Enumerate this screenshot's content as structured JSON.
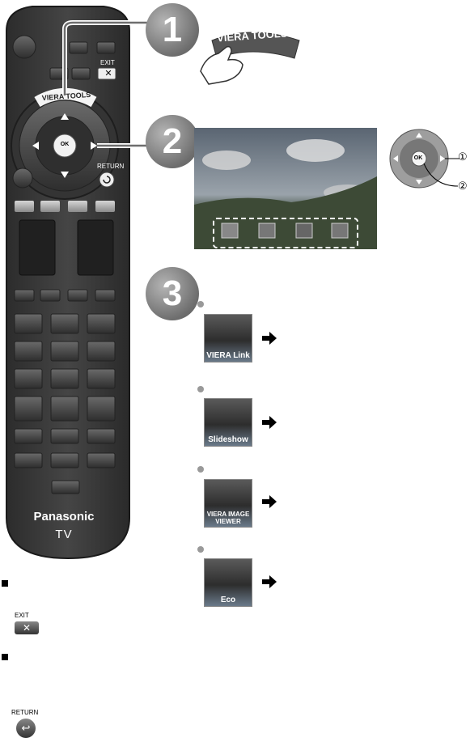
{
  "remote": {
    "viera_tools_label": "VIERA TOOLS",
    "exit_label": "EXIT",
    "return_label": "RETURN",
    "ok_label": "OK",
    "brand": "Panasonic",
    "model": "TV"
  },
  "steps": [
    {
      "number": "1",
      "button_label": "VIERA TOOLS"
    },
    {
      "number": "2"
    },
    {
      "number": "3"
    }
  ],
  "dpad_callouts": {
    "one": "①",
    "two": "②",
    "ok": "OK"
  },
  "apps": [
    {
      "caption": "VIERA Link",
      "icon": "viera-link-icon"
    },
    {
      "caption": "Slideshow",
      "icon": "slideshow-icon"
    },
    {
      "caption": "VIERA IMAGE VIEWER",
      "icon": "image-viewer-icon"
    },
    {
      "caption": "Eco",
      "icon": "eco-icon"
    }
  ],
  "screen_icons": [
    "VIERA Link",
    "Slideshow",
    "VIERA",
    "ECO"
  ],
  "bottom_keys": {
    "exit_label": "EXIT",
    "return_label": "RETURN"
  },
  "colors": {
    "remote_body": "#3c3c3c",
    "step_circle": "#7a7a7a",
    "accent_white": "#ffffff"
  }
}
